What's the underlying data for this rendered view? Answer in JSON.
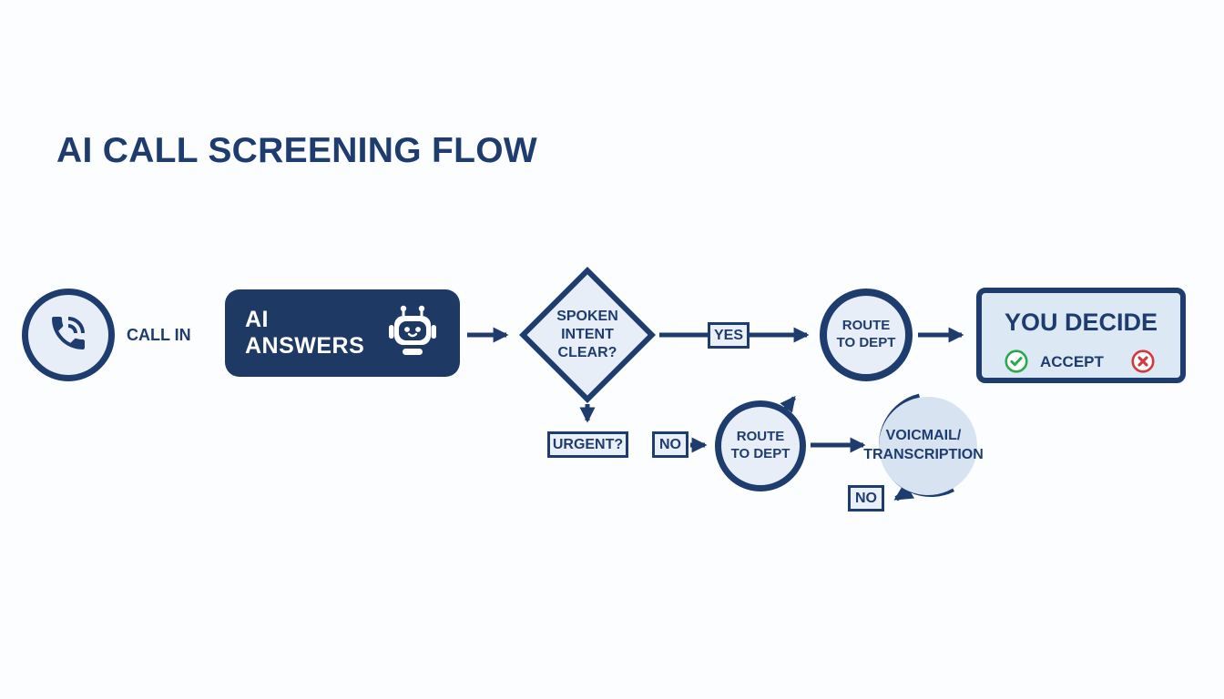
{
  "title": "AI CALL SCREENING FLOW",
  "colors": {
    "navy": "#1f3c6f",
    "box_navy": "#1d3964",
    "node_fill": "#e8eef8",
    "panel_fill": "#dde8f5",
    "voicemail_fill": "#d8e3f2",
    "label_fill": "#eaf0f9",
    "accept_green": "#2ca84f",
    "reject_red": "#d4383f",
    "background": "#fcfdfe",
    "white": "#ffffff"
  },
  "icons": {
    "call": "phone-icon",
    "ai": "robot-icon",
    "accept": "check-circle-icon",
    "reject": "x-circle-icon"
  },
  "nodes": {
    "call_in": {
      "label": "CALL IN"
    },
    "ai_answers": {
      "label": "AI ANSWERS"
    },
    "intent_decision": {
      "label": "SPOKEN INTENT CLEAR?"
    },
    "route_to_dept_top": {
      "label": "ROUTE TO DEPT"
    },
    "you_decide": {
      "title": "YOU DECIDE",
      "accept_label": "ACCEPT"
    },
    "urgent": {
      "label": "URGENT?"
    },
    "route_to_dept_bottom": {
      "label": "ROUTE TO DEPT"
    },
    "voicemail": {
      "label": "VOICMAIL/ TRANSCRIPTION"
    }
  },
  "edges": {
    "yes_label": "YES",
    "no_label_urgent": "NO",
    "no_label_voicemail": "NO"
  }
}
